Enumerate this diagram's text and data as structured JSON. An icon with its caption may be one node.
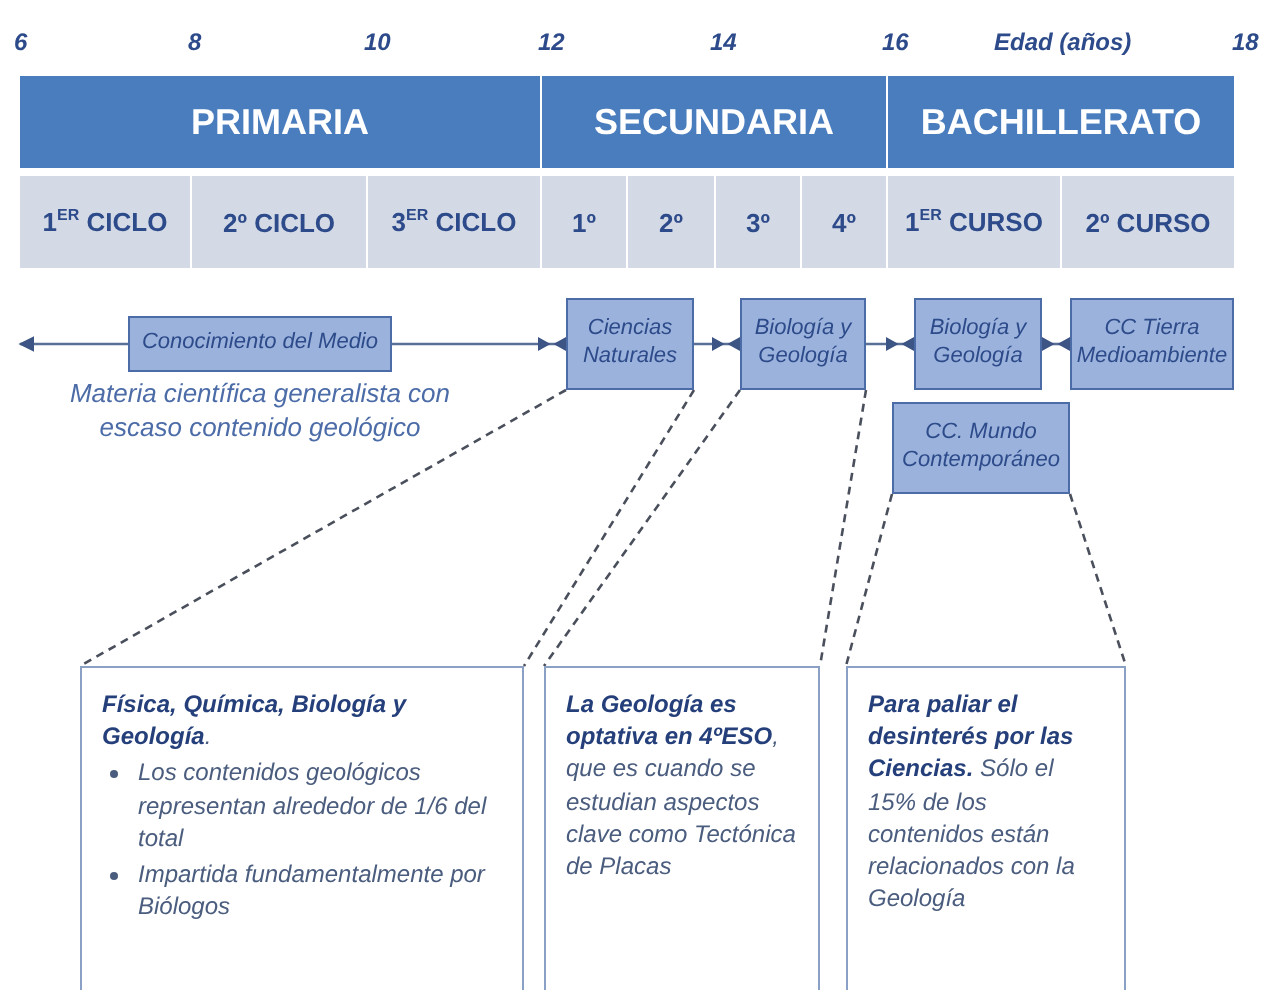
{
  "diagram": {
    "nodes": [
      {
        "text": [
          "PRIMARIA"
        ]
      },
      {
        "text": [
          "SECUNDARIA"
        ]
      },
      {
        "text": [
          "BACHILLERATO"
        ]
      },
      {
        "text": [
          "1$^{ER}$ CICLO"
        ]
      },
      {
        "text": [
          "2º CICLO"
        ]
      },
      {
        "text": [
          "3$^{ER}$ CICLO"
        ]
      },
      {
        "text": [
          "1º"
        ]
      },
      {
        "text": [
          "2º"
        ]
      },
      {
        "text": [
          "3º"
        ]
      },
      {
        "text": [
          "4º"
        ]
      },
      {
        "text": [
          "1$^{ER}$ CURSO"
        ]
      },
      {
        "text": [
          "2º CURSO"
        ]
      },
      {
        "text": [
          "Conocimiento del Medio"
        ],
        "beside": [
          "Materia científica generalista con escaso contenido geológico"
        ]
      },
      {
        "text": [
          "Ciencias Naturales"
        ]
      },
      {
        "text": [
          "Biología y Geología"
        ]
      },
      {
        "text": [
          "Biología y Geología"
        ]
      },
      {
        "text": [
          "CC Tierra Medioambiente"
        ]
      },
      {
        "text": [
          "CC. Mundo Contemporáneo"
        ]
      },
      {
        "text": [
          "**Física, Química, Biología y Geología**.",
          "Los contenidos geológicos representan alrededor de 1/6 del total",
          "Impartida fundamentalmente por Biólogos"
        ]
      },
      {
        "text": [
          "**La Geología es optativa en 4ºESO**, que es cuando se estudian aspectos clave como Tectónica de Placas"
        ]
      },
      {
        "text": [
          "**Para paliar el desinterés por las Ciencias.** Sólo el 15% de los contenidos están relacionados con la Geología"
        ]
      }
    ],
    "edges": [
      {
        "from": 12,
        "to": null,
        "arrow": "to"
      },
      {
        "from": 12,
        "to": 13,
        "arrow": "to"
      },
      {
        "from": 13,
        "to": 14,
        "arrow": "to"
      },
      {
        "from": 14,
        "to": 15,
        "arrow": "to"
      },
      {
        "from": 15,
        "to": 16,
        "arrow": "to"
      },
      {
        "from": 13,
        "to": 18,
        "arrow": "none",
        "style": "dashed"
      },
      {
        "from": 13,
        "to": 18,
        "arrow": "none",
        "style": "dashed"
      },
      {
        "from": 14,
        "to": 19,
        "arrow": "none",
        "style": "dashed"
      },
      {
        "from": 14,
        "to": 19,
        "arrow": "none",
        "style": "dashed"
      },
      {
        "from": 17,
        "to": 20,
        "arrow": "none",
        "style": "dashed"
      },
      {
        "from": 17,
        "to": 20,
        "arrow": "none",
        "style": "dashed"
      }
    ],
    "labels": [
      "6",
      "8",
      "10",
      "12",
      "14",
      "16",
      "Edad (años)",
      "18"
    ]
  }
}
